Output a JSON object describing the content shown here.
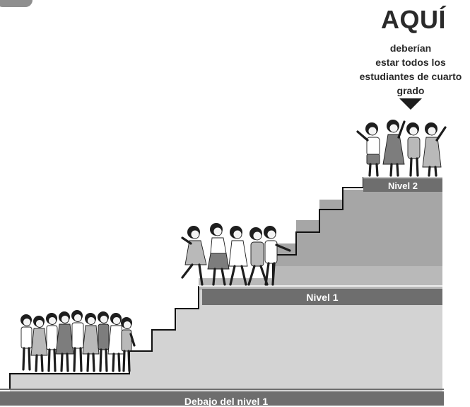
{
  "header": {
    "title": "AQUÍ",
    "subtitle_lines": [
      "deberían",
      "estar todos los",
      "estudiantes de cuarto",
      "grado"
    ]
  },
  "levels": {
    "below": "Debajo del nivel 1",
    "level1": "Nivel 1",
    "level2": "Nivel 2"
  },
  "colors": {
    "bar_dark": "#6e6e6e",
    "stair_light": "#d3d3d3",
    "stair_mid": "#b9b9b9",
    "stair_dark": "#a6a6a6",
    "outline": "#111111",
    "text_dark": "#2a2a2a"
  },
  "icons": {
    "pointer": "down-triangle-icon"
  }
}
